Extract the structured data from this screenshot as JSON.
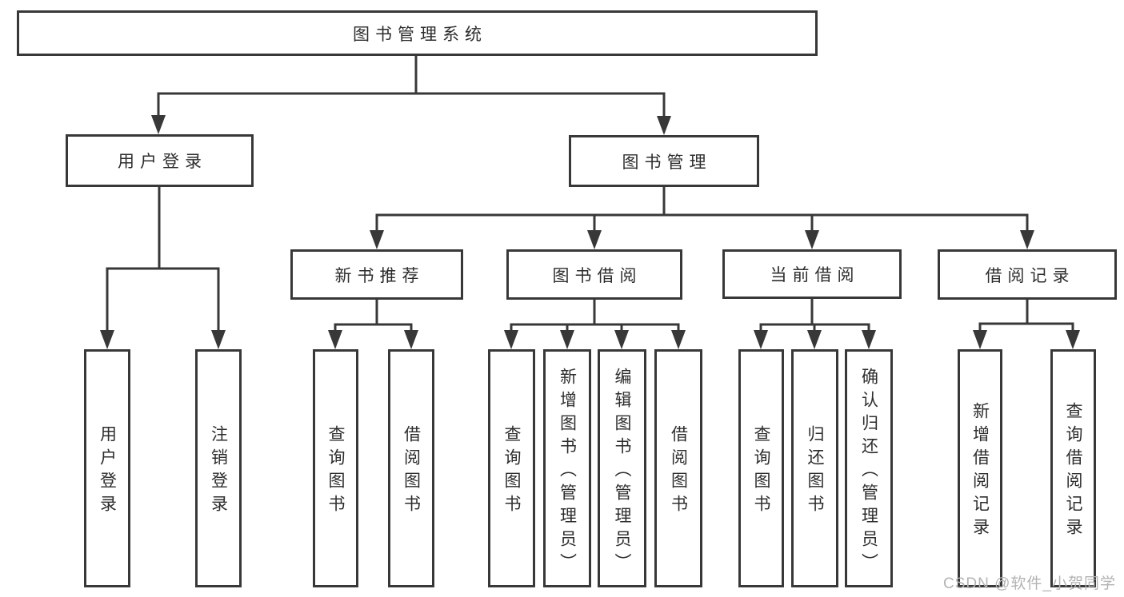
{
  "watermark": "CSDN @软件_小贺同学",
  "diagram": {
    "root": "图书管理系统",
    "user_login": {
      "label": "用户登录",
      "leaves": [
        "用户登录",
        "注销登录"
      ]
    },
    "book_mgmt": {
      "label": "图书管理",
      "sections": [
        {
          "label": "新书推荐",
          "leaves": [
            "查询图书",
            "借阅图书"
          ]
        },
        {
          "label": "图书借阅",
          "leaves": [
            "查询图书",
            "新增图书（管理员）",
            "编辑图书（管理员）",
            "借阅图书"
          ]
        },
        {
          "label": "当前借阅",
          "leaves": [
            "查询图书",
            "归还图书",
            "确认归还（管理员）"
          ]
        },
        {
          "label": "借阅记录",
          "leaves": [
            "新增借阅记录",
            "查询借阅记录"
          ]
        }
      ]
    }
  }
}
